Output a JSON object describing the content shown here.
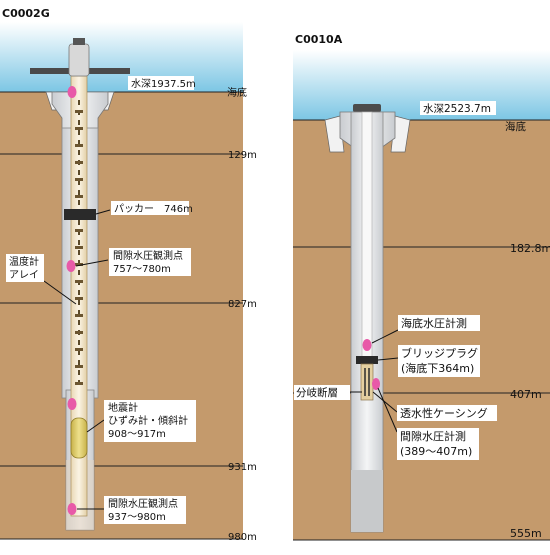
{
  "left_well": {
    "name": "C0002G",
    "water_depth_label": "水深1937.5m",
    "seafloor_label": "海底",
    "depth_labels": [
      "129m",
      "827m",
      "931m",
      "980m"
    ],
    "packer_label": "パッカー　746m",
    "pore_pressure_1": [
      "間隙水圧観測点",
      "757～780m"
    ],
    "temperature_array": [
      "温度計",
      "アレイ"
    ],
    "seismometer": [
      "地震計",
      "ひずみ計・傾斜計",
      "908～917m"
    ],
    "pore_pressure_2": [
      "間隙水圧観測点",
      "937～980m"
    ]
  },
  "right_well": {
    "name": "C0010A",
    "water_depth_label": "水深2523.7m",
    "seafloor_label": "海底",
    "depth_labels": [
      "182.8m",
      "407m",
      "555m"
    ],
    "seafloor_pressure_label": "海底水圧計測",
    "bridge_plug": [
      "ブリッジプラグ",
      "(海底下364m)"
    ],
    "splay_fault_label": "分岐断層",
    "permeable_casing_label": "透水性ケーシング",
    "pore_pressure": [
      "間隙水圧計測",
      "(389～407m)"
    ]
  },
  "colors": {
    "sea": "#8ccde6",
    "sediment": "#c49a6c",
    "casing": "#e4e6e8",
    "cement": "#c7c9cb",
    "sensor": "#e85aa8",
    "seismometer": "#dccb6a",
    "packer": "#2a2a2a",
    "callout": "#ffffff"
  }
}
